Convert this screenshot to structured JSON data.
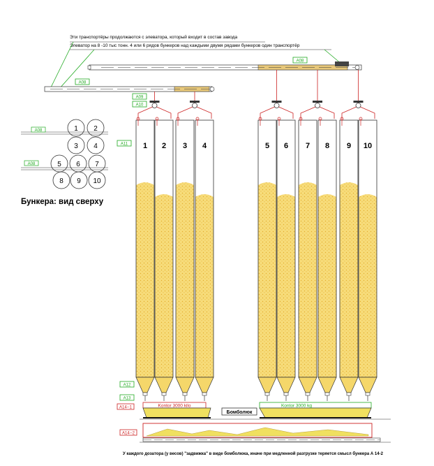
{
  "notes": {
    "line1": "Эти транспортёры  продолжаются с элеватора, который входит в состав завода",
    "line2": "Элеватор на 8 -10 тыс тонн. 4 или 6 рядов бункеров  над каждыми двумя рядами бункеров один  транспортёр",
    "topview_title": "Бункера: вид сверху",
    "footer": "У каждого дозатора (у весов) \"задвижка\" в виде бомболюка, иначе при медленной разгрузке теряется смысл  бункера А 14-2"
  },
  "tags": {
    "a08": "А08",
    "a09": "А09",
    "a10": "А10",
    "a11": "А11",
    "a12": "А12",
    "a13": "А13",
    "a14_1": "А14--1",
    "a14_2": "А14--2"
  },
  "silo_labels": [
    "1",
    "2",
    "3",
    "4",
    "5",
    "6",
    "7",
    "8",
    "9",
    "10"
  ],
  "topview_labels": [
    "1",
    "2",
    "3",
    "4",
    "5",
    "6",
    "7",
    "8",
    "9",
    "10"
  ],
  "scales": {
    "left": "Kontor 3000 kilo",
    "right": "Kontor 3000 kg",
    "bomb_door": "Бомболюк"
  },
  "colors": {
    "grain": "#f5d76a",
    "grain_dot": "#e0a92a",
    "tag_border": "#22aa22",
    "red": "#cc2222",
    "belt": "#e8c87a"
  }
}
